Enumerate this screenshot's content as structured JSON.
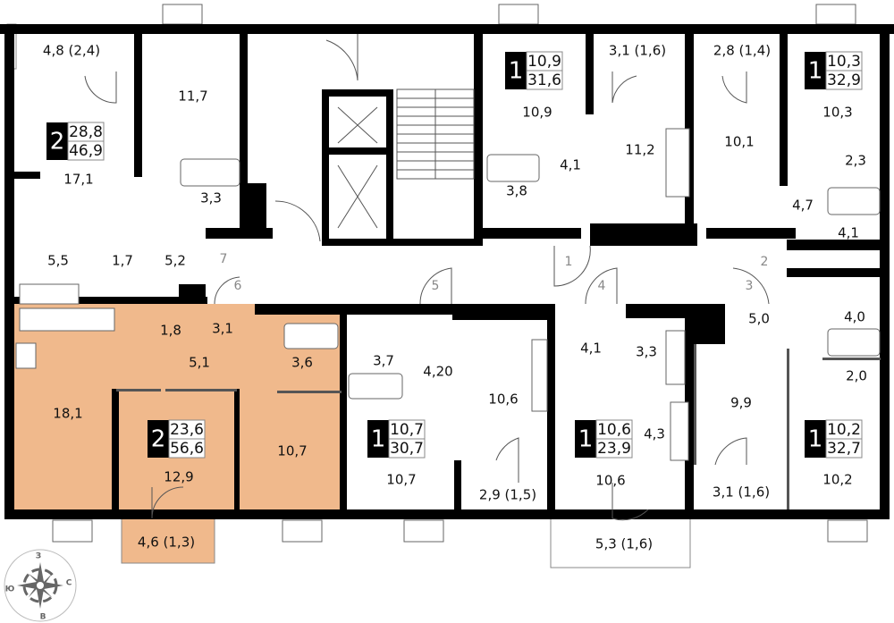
{
  "plan": {
    "highlight_color": "#f0b98c",
    "apartments": [
      {
        "rooms": "2",
        "living": "28,8",
        "total": "46,9"
      },
      {
        "rooms": "1",
        "living": "10,9",
        "total": "31,6"
      },
      {
        "rooms": "1",
        "living": "10,3",
        "total": "32,9"
      },
      {
        "rooms": "2",
        "living": "23,6",
        "total": "56,6"
      },
      {
        "rooms": "1",
        "living": "10,7",
        "total": "30,7"
      },
      {
        "rooms": "1",
        "living": "10,6",
        "total": "23,9"
      },
      {
        "rooms": "1",
        "living": "10,2",
        "total": "32,7"
      }
    ],
    "rooms": [
      "4,8 (2,4)",
      "11,7",
      "17,1",
      "3,3",
      "5,5",
      "1,7",
      "5,2",
      "18,1",
      "1,8",
      "3,1",
      "5,1",
      "3,6",
      "3,7",
      "4,20",
      "10,6",
      "12,9",
      "10,7",
      "4,6 (1,3)",
      "10,7",
      "2,9 (1,5)",
      "10,6",
      "5,3 (1,6)",
      "4,1",
      "3,3",
      "4,3",
      "9,9",
      "3,1 (1,6)",
      "10,2",
      "5,0",
      "2,0",
      "4,0",
      "4,1",
      "4,7",
      "2,3",
      "10,3",
      "2,8 (1,4)",
      "10,1",
      "3,1 (1,6)",
      "11,2",
      "4,1",
      "3,8",
      "10,9"
    ],
    "door_numbers": [
      "1",
      "2",
      "3",
      "4",
      "5",
      "6",
      "7"
    ],
    "compass": {
      "north": "С",
      "south": "Ю",
      "west": "З",
      "east": "В"
    }
  }
}
